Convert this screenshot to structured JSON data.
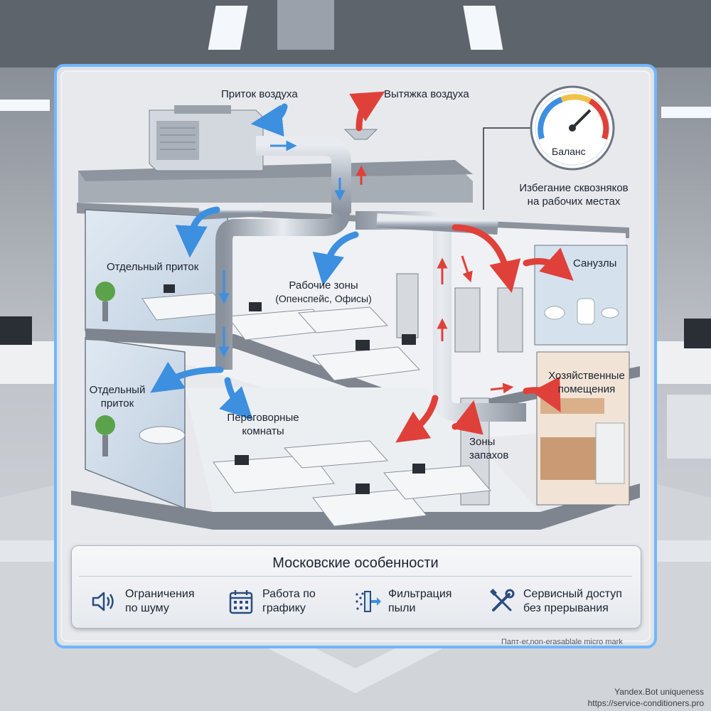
{
  "labels": {
    "supply_air": "Приток воздуха",
    "exhaust_air": "Вытяжка воздуха",
    "balance": "Баланс",
    "draft_avoid_1": "Избегание сквозняков",
    "draft_avoid_2": "на рабочих местах",
    "separate_supply_top": "Отдельный приток",
    "work_zones_1": "Рабочие зоны",
    "work_zones_2": "(Опенспейс, Офисы)",
    "restrooms": "Санузлы",
    "utility_1": "Хозяйственные",
    "utility_2": "помещения",
    "separate_supply_bottom_1": "Отдельный",
    "separate_supply_bottom_2": "приток",
    "meeting_rooms_1": "Переговорные",
    "meeting_rooms_2": "комнаты",
    "odor_zones_1": "Зоны",
    "odor_zones_2": "запахов"
  },
  "panel": {
    "title": "Московские особенности",
    "features": [
      {
        "icon": "speaker-icon",
        "line1": "Ограничения",
        "line2": "по шуму"
      },
      {
        "icon": "calendar-icon",
        "line1": "Работа по",
        "line2": "графику"
      },
      {
        "icon": "filter-icon",
        "line1": "Фильтрация",
        "line2": "пыли"
      },
      {
        "icon": "tools-icon",
        "line1": "Сервисный доступ",
        "line2": "без прерывания"
      }
    ]
  },
  "micro_mark": "Папт-ег,non-erasablale micro mark",
  "watermark": {
    "line1": "Yandex.Bot uniqueness",
    "line2": "https://service-conditioners.pro"
  },
  "colors": {
    "supply": "#3d8fe0",
    "exhaust": "#e0403a",
    "frame_glow": "#6fb6ff",
    "duct": "#b9c1cc"
  }
}
